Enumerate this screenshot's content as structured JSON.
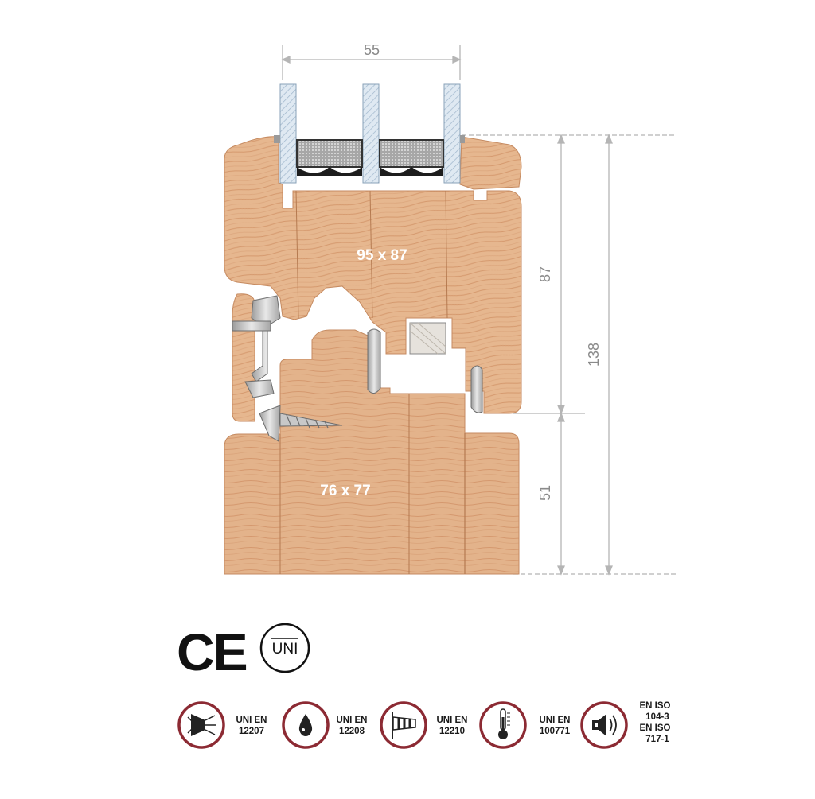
{
  "dimensions": {
    "glass_width": "55",
    "sash_height": "87",
    "total_height": "138",
    "frame_height": "51"
  },
  "profiles": {
    "sash_section": "95 x 87",
    "frame_section": "76 x 77"
  },
  "marks": {
    "ce": "CE",
    "uni": "UNI"
  },
  "standards": [
    {
      "icon": "air-permeability-icon",
      "lines": [
        "UNI EN",
        "12207"
      ]
    },
    {
      "icon": "water-drop-icon",
      "lines": [
        "UNI EN",
        "12208"
      ]
    },
    {
      "icon": "wind-sock-icon",
      "lines": [
        "UNI EN",
        "12210"
      ]
    },
    {
      "icon": "thermometer-icon",
      "lines": [
        "UNI EN",
        "100771"
      ]
    },
    {
      "icon": "sound-icon",
      "lines": [
        "EN ISO",
        "104-3",
        "EN ISO",
        "717-1"
      ]
    }
  ],
  "colors": {
    "wood": "#e2b189",
    "wood_grain": "#c9875b",
    "icon_ring": "#8c2a33",
    "dimension_line": "#b0b0b0"
  }
}
